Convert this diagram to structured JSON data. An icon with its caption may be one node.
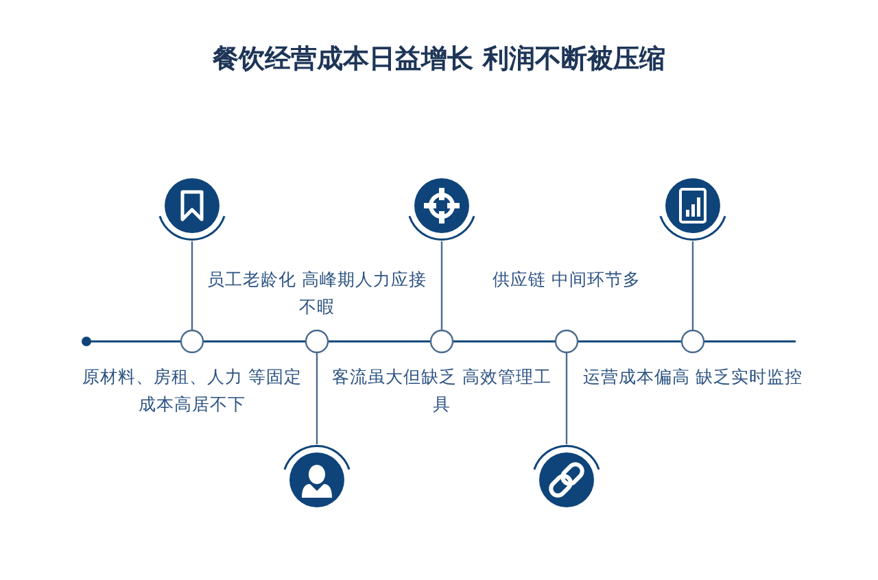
{
  "diagram": {
    "title": "餐饮经营成本日益增长 利润不断被压缩",
    "nodes": [
      {
        "text": [],
        "shape": "circle"
      },
      {
        "text": [],
        "shape": "circle"
      },
      {
        "text": [],
        "shape": "circle"
      },
      {
        "text": [],
        "shape": "circle"
      },
      {
        "text": [],
        "shape": "circle"
      },
      {
        "text": [],
        "shape": "circle",
        "beside": [
          "原材料、房租、人力 等固定成本高居不下"
        ]
      },
      {
        "text": [],
        "shape": "circle",
        "beside": [
          "员工老龄化 高峰期人力应接不暇"
        ]
      },
      {
        "text": [],
        "shape": "circle",
        "beside": [
          "客流虽大但缺乏 高效管理工具"
        ]
      },
      {
        "text": [],
        "shape": "circle",
        "beside": [
          "供应链 中间环节多"
        ]
      },
      {
        "text": [],
        "shape": "circle",
        "beside": [
          "运营成本偏高 缺乏实时监控"
        ]
      }
    ],
    "edges": [
      {
        "from": 0,
        "to": 5,
        "arrow": "none"
      },
      {
        "from": 1,
        "to": 6,
        "arrow": "none"
      },
      {
        "from": 2,
        "to": 7,
        "arrow": "none"
      },
      {
        "from": 3,
        "to": 8,
        "arrow": "none"
      },
      {
        "from": 4,
        "to": 9,
        "arrow": "none"
      }
    ]
  }
}
